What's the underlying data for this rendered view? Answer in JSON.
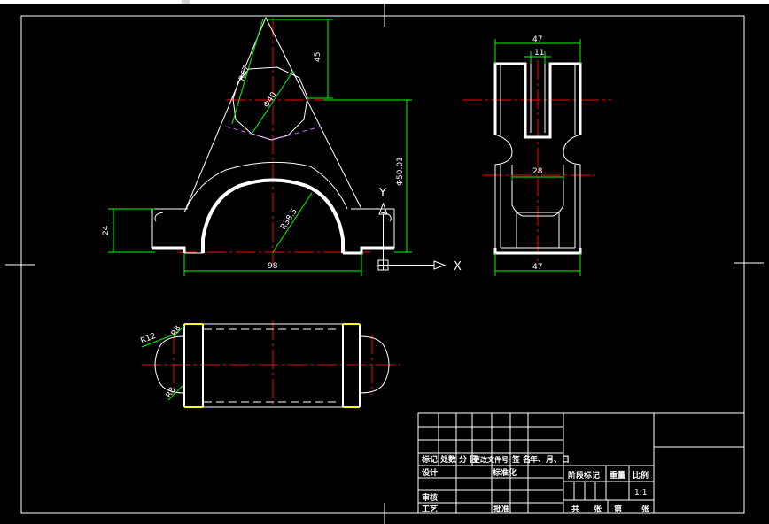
{
  "viewport": {
    "background": "#000000"
  },
  "colors": {
    "outline": "#ffffff",
    "dimension": "#00ff00",
    "center": "#ff0000",
    "hidden": "#cc66ff",
    "frame": "#ffffff",
    "construction": "#ffffff"
  },
  "dims": {
    "d45": "45",
    "r67": "R67",
    "phi40": "Φ40",
    "d50": "Φ50.01",
    "d24": "24",
    "r38": "R38.5",
    "d98": "98",
    "w47top": "47",
    "w11": "11",
    "w28": "28",
    "w47bot": "47",
    "r12": "R12",
    "r8a": "R8",
    "r8b": "R8"
  },
  "ucs": {
    "y": "Y",
    "x": "X"
  },
  "title_block": {
    "header": [
      "标记",
      "处数",
      "分 区",
      "更改文件号",
      "签 名",
      "年、月、日"
    ],
    "design": "设计",
    "standardize": "标准化",
    "review": "审核",
    "process": "工艺",
    "approve": "批准",
    "stage_mark": "阶段标记",
    "weight": "重量",
    "scale_label": "比例",
    "scale_value": "1:1",
    "sheet_total": "共",
    "sheet_unit1": "张",
    "sheet_no": "第",
    "sheet_unit2": "张"
  }
}
